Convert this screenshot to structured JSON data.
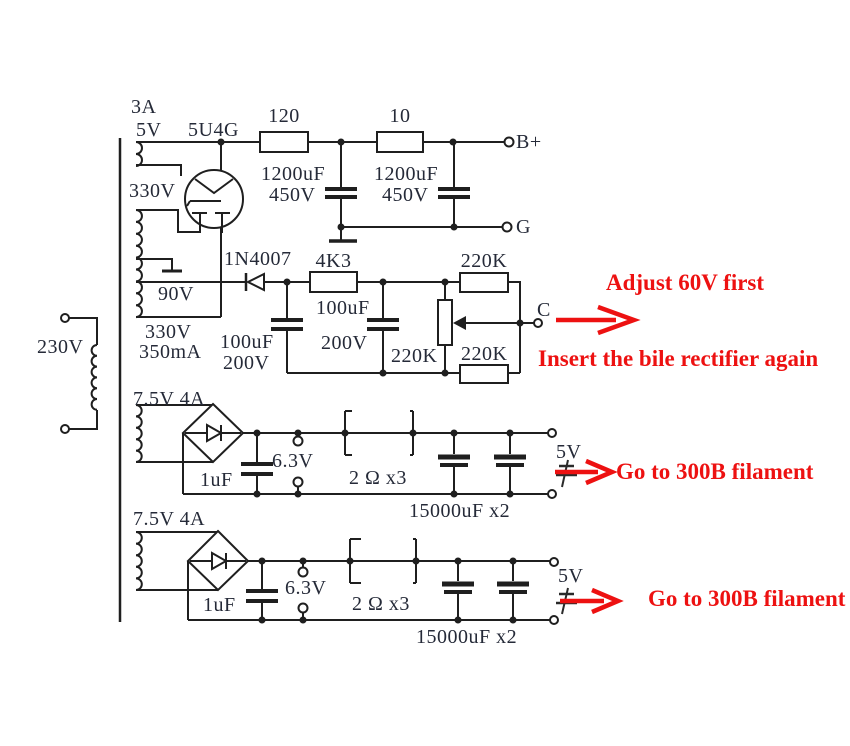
{
  "colors": {
    "ink": "#1f1f1f",
    "label_ink": "#252a38",
    "accent_red": "#ed1111",
    "background": "#ffffff"
  },
  "transformer": {
    "primary_voltage": "230V",
    "rectifier_heater_current": "3A",
    "rectifier_heater_voltage": "5V",
    "ht_winding_voltage": "330V",
    "bias_tap_voltage": "90V",
    "ht_rating_voltage": "330V",
    "ht_rating_current": "350mA"
  },
  "rectifier_tube": {
    "name": "5U4G"
  },
  "bplus_filter": {
    "series_resistor_1": "120",
    "series_resistor_2": "10",
    "cap_1_value": "1200uF",
    "cap_1_voltage": "450V",
    "cap_2_value": "1200uF",
    "cap_2_voltage": "450V",
    "output_bplus": "B+",
    "output_ground": "G"
  },
  "bias_supply": {
    "diode": "1N4007",
    "series_resistor": "4K3",
    "cap_1_value": "100uF",
    "cap_1_voltage": "200V",
    "cap_2_value": "100uF",
    "cap_2_voltage": "200V",
    "divider_top_resistor": "220K",
    "potentiometer": "220K",
    "divider_bottom_resistor": "220K",
    "output_terminal": "C"
  },
  "filament_supplies": [
    {
      "winding": "7.5V 4A",
      "input_cap": "1uF",
      "heater_tap": "6.3V",
      "dropper_resistors": "2 Ω x3",
      "output_caps": "15000uF x2",
      "output_voltage": "5V"
    },
    {
      "winding": "7.5V 4A",
      "input_cap": "1uF",
      "heater_tap": "6.3V",
      "dropper_resistors": "2 Ω x3",
      "output_caps": "15000uF x2",
      "output_voltage": "5V"
    }
  ],
  "annotations": {
    "adjust_note": "Adjust 60V first",
    "insert_note": "Insert the bile rectifier again",
    "goto_filament_note_1": "Go to 300B filament",
    "goto_filament_note_2": "Go to 300B filament"
  },
  "icons": {
    "rectifier_diode": "diode-left-icon",
    "bridge_rectifier": "bridge-diode-icon",
    "ground_mark": "ground-bar-icon",
    "polarity_mark": "plus-minus-mark-icon",
    "red_arrow": "right-arrow-icon"
  }
}
